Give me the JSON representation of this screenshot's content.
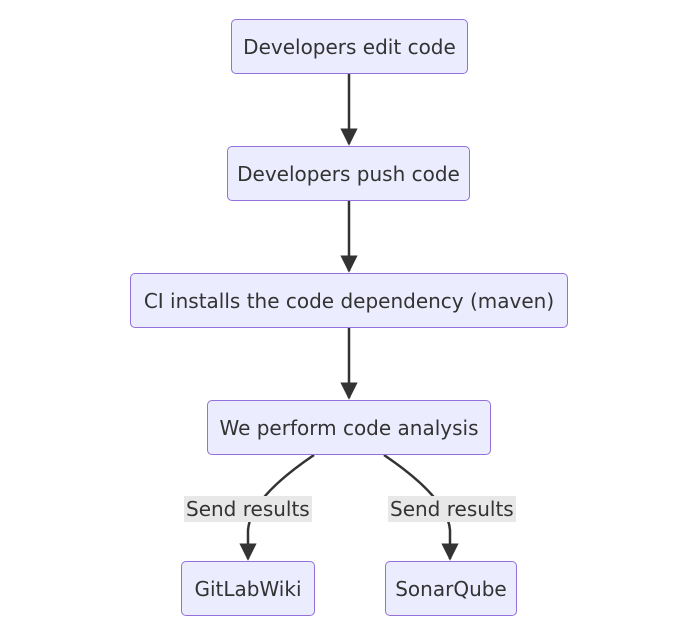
{
  "nodes": {
    "edit": "Developers edit code",
    "push": "Developers push code",
    "ci": "CI installs the code dependency (maven)",
    "analysis": "We perform code analysis",
    "gitlab": "GitLabWiki",
    "sonar": "SonarQube"
  },
  "edges": {
    "to_gitlab_label": "Send results",
    "to_sonar_label": "Send results"
  },
  "colors": {
    "node_fill": "#ECECFF",
    "node_border": "#9370DB",
    "edge": "#333333",
    "label_bg": "#e8e8e8"
  }
}
